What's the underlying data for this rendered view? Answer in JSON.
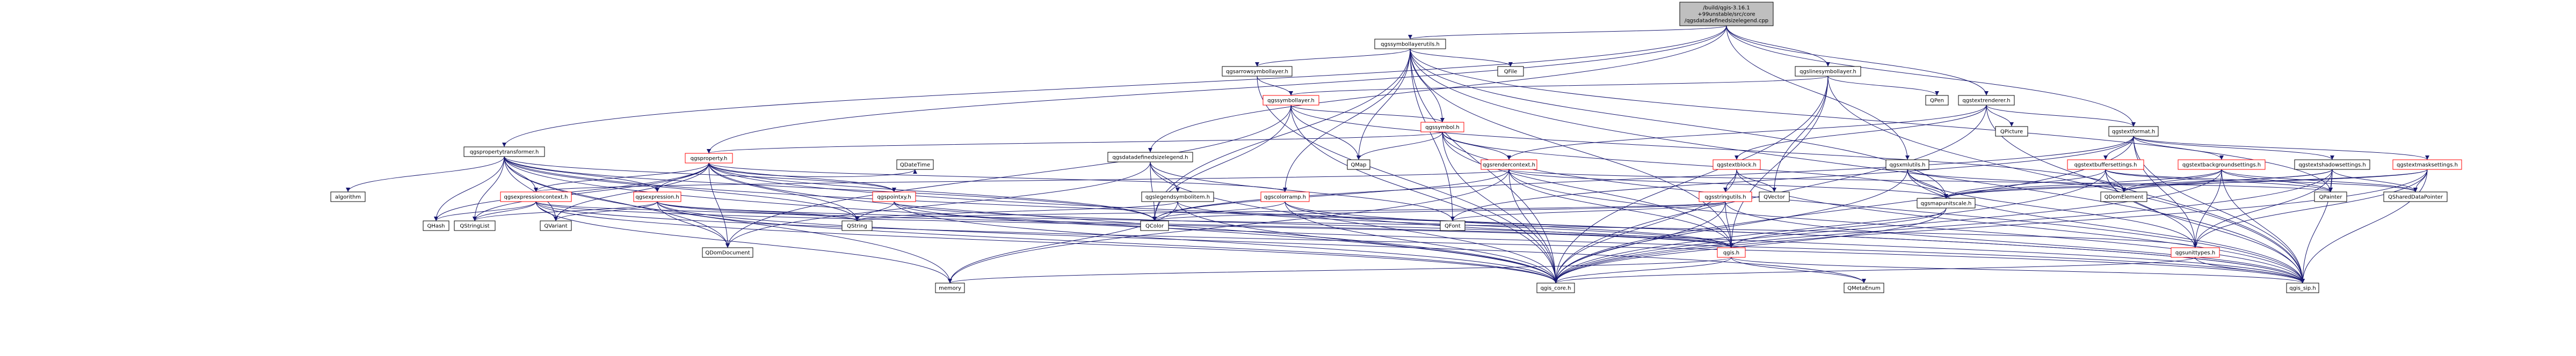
{
  "title": "/build/qgis-3.16.1+99unstable/src/core/qgsdatadefinedsizelegend.cpp",
  "nodes": [
    {
      "id": "root",
      "lines": [
        "/build/qgis-3.16.1",
        "+99unstable/src/core",
        "/qgsdatadefinedsizelegend.cpp"
      ],
      "style": "root"
    },
    {
      "id": "qgssymbollayerutils",
      "lines": [
        "qgssymbollayerutils.h"
      ],
      "style": "plain"
    },
    {
      "id": "qgslinesymbollayer",
      "lines": [
        "qgslinesymbollayer.h"
      ],
      "style": "plain"
    },
    {
      "id": "qgstextrenderer",
      "lines": [
        "qgstextrenderer.h"
      ],
      "style": "plain"
    },
    {
      "id": "qgspropertytransformer",
      "lines": [
        "qgspropertytransformer.h"
      ],
      "style": "plain"
    },
    {
      "id": "qgsarrowsymbollayer",
      "lines": [
        "qgsarrowsymbollayer.h"
      ],
      "style": "plain"
    },
    {
      "id": "qgssymbollayer",
      "lines": [
        "qgssymbollayer.h"
      ],
      "style": "red"
    },
    {
      "id": "qgssymbol",
      "lines": [
        "qgssymbol.h"
      ],
      "style": "red"
    },
    {
      "id": "qgsproperty",
      "lines": [
        "qgsproperty.h"
      ],
      "style": "red"
    },
    {
      "id": "qgsdatadefinedsizelegend",
      "lines": [
        "qgsdatadefinedsizelegend.h"
      ],
      "style": "plain"
    },
    {
      "id": "qgsrendercontext",
      "lines": [
        "qgsrendercontext.h"
      ],
      "style": "red"
    },
    {
      "id": "qgstextblock",
      "lines": [
        "qgstextblock.h"
      ],
      "style": "red"
    },
    {
      "id": "qgsxmlutils",
      "lines": [
        "qgsxmlutils.h"
      ],
      "style": "plain"
    },
    {
      "id": "qgstextformat",
      "lines": [
        "qgstextformat.h"
      ],
      "style": "plain"
    },
    {
      "id": "qgstextbuffersettings",
      "lines": [
        "qgstextbuffersettings.h"
      ],
      "style": "red"
    },
    {
      "id": "qgstextbackgroundsettings",
      "lines": [
        "qgstextbackgroundsettings.h"
      ],
      "style": "red"
    },
    {
      "id": "qgstextshadowsettings",
      "lines": [
        "qgstextshadowsettings.h"
      ],
      "style": "plain"
    },
    {
      "id": "qgstextmasksettings",
      "lines": [
        "qgstextmasksettings.h"
      ],
      "style": "red"
    },
    {
      "id": "qgsexpressioncontext",
      "lines": [
        "qgsexpressioncontext.h"
      ],
      "style": "red"
    },
    {
      "id": "qgsexpression",
      "lines": [
        "qgsexpression.h"
      ],
      "style": "red"
    },
    {
      "id": "qgspointxy",
      "lines": [
        "qgspointxy.h"
      ],
      "style": "red"
    },
    {
      "id": "qgslegendsymbolitem",
      "lines": [
        "qgslegendsymbolitem.h"
      ],
      "style": "plain"
    },
    {
      "id": "qgscolorramp",
      "lines": [
        "qgscolorramp.h"
      ],
      "style": "red"
    },
    {
      "id": "qgsstringutils",
      "lines": [
        "qgsstringutils.h"
      ],
      "style": "red"
    },
    {
      "id": "qgsmapunitscale",
      "lines": [
        "qgsmapunitscale.h"
      ],
      "style": "plain"
    },
    {
      "id": "qgis",
      "lines": [
        "qgis.h"
      ],
      "style": "red"
    },
    {
      "id": "qgsunittypes",
      "lines": [
        "qgsunittypes.h"
      ],
      "style": "red"
    },
    {
      "id": "qgis_core",
      "lines": [
        "qgis_core.h"
      ],
      "style": "plain"
    },
    {
      "id": "qgis_sip",
      "lines": [
        "qgis_sip.h"
      ],
      "style": "plain"
    },
    {
      "id": "QFile",
      "lines": [
        "QFile"
      ],
      "style": "gray"
    },
    {
      "id": "QPen",
      "lines": [
        "QPen"
      ],
      "style": "gray"
    },
    {
      "id": "QPicture",
      "lines": [
        "QPicture"
      ],
      "style": "gray"
    },
    {
      "id": "QMap",
      "lines": [
        "QMap"
      ],
      "style": "gray"
    },
    {
      "id": "QVector",
      "lines": [
        "QVector"
      ],
      "style": "gray"
    },
    {
      "id": "QDateTime",
      "lines": [
        "QDateTime"
      ],
      "style": "gray"
    },
    {
      "id": "QDomElement",
      "lines": [
        "QDomElement"
      ],
      "style": "gray"
    },
    {
      "id": "QPainter",
      "lines": [
        "QPainter"
      ],
      "style": "gray"
    },
    {
      "id": "QSharedDataPointer",
      "lines": [
        "QSharedDataPointer"
      ],
      "style": "gray"
    },
    {
      "id": "algorithm",
      "lines": [
        "algorithm"
      ],
      "style": "gray"
    },
    {
      "id": "QHash",
      "lines": [
        "QHash"
      ],
      "style": "gray"
    },
    {
      "id": "QStringList",
      "lines": [
        "QStringList"
      ],
      "style": "gray"
    },
    {
      "id": "QVariant",
      "lines": [
        "QVariant"
      ],
      "style": "gray"
    },
    {
      "id": "QDomDocument",
      "lines": [
        "QDomDocument"
      ],
      "style": "gray"
    },
    {
      "id": "QString",
      "lines": [
        "QString"
      ],
      "style": "gray"
    },
    {
      "id": "QColor",
      "lines": [
        "QColor"
      ],
      "style": "gray"
    },
    {
      "id": "QFont",
      "lines": [
        "QFont"
      ],
      "style": "gray"
    },
    {
      "id": "memory",
      "lines": [
        "memory"
      ],
      "style": "gray"
    },
    {
      "id": "QMetaEnum",
      "lines": [
        "QMetaEnum"
      ],
      "style": "gray"
    }
  ],
  "edges": [
    [
      "root",
      "qgssymbollayerutils"
    ],
    [
      "root",
      "qgslinesymbollayer"
    ],
    [
      "root",
      "qgstextrenderer"
    ],
    [
      "root",
      "qgspropertytransformer"
    ],
    [
      "root",
      "qgsdatadefinedsizelegend"
    ],
    [
      "root",
      "qgsxmlutils"
    ],
    [
      "root",
      "qgstextformat"
    ],
    [
      "root",
      "qgsproperty"
    ],
    [
      "qgssymbollayerutils",
      "QFile"
    ],
    [
      "qgssymbollayerutils",
      "qgsarrowsymbollayer"
    ],
    [
      "qgssymbollayerutils",
      "qgssymbol"
    ],
    [
      "qgssymbollayerutils",
      "QMap"
    ],
    [
      "qgssymbollayerutils",
      "qgscolorramp"
    ],
    [
      "qgssymbollayerutils",
      "QColor"
    ],
    [
      "qgssymbollayerutils",
      "QFont"
    ],
    [
      "qgssymbollayerutils",
      "qgis"
    ],
    [
      "qgssymbollayerutils",
      "qgis_core"
    ],
    [
      "qgssymbollayerutils",
      "qgis_sip"
    ],
    [
      "qgssymbollayerutils",
      "QPainter"
    ],
    [
      "qgssymbollayerutils",
      "qgsmapunitscale"
    ],
    [
      "qgslinesymbollayer",
      "qgssymbollayer"
    ],
    [
      "qgslinesymbollayer",
      "QPen"
    ],
    [
      "qgslinesymbollayer",
      "QVector"
    ],
    [
      "qgslinesymbollayer",
      "qgis"
    ],
    [
      "qgslinesymbollayer",
      "qgis_core"
    ],
    [
      "qgslinesymbollayer",
      "qgis_sip"
    ],
    [
      "qgsarrowsymbollayer",
      "qgssymbollayer"
    ],
    [
      "qgsarrowsymbollayer",
      "qgis_core"
    ],
    [
      "qgssymbollayer",
      "qgssymbol"
    ],
    [
      "qgssymbollayer",
      "QMap"
    ],
    [
      "qgssymbollayer",
      "QColor"
    ],
    [
      "qgssymbollayer",
      "QDomDocument"
    ],
    [
      "qgssymbollayer",
      "QDomElement"
    ],
    [
      "qgssymbollayer",
      "qgis_core"
    ],
    [
      "qgssymbol",
      "qgsrendercontext"
    ],
    [
      "qgssymbol",
      "qgsproperty"
    ],
    [
      "qgssymbol",
      "QMap"
    ],
    [
      "qgssymbol",
      "qgis"
    ],
    [
      "qgssymbol",
      "qgis_core"
    ],
    [
      "qgssymbol",
      "qgis_sip"
    ],
    [
      "qgssymbol",
      "qgsmapunitscale"
    ],
    [
      "qgstextrenderer",
      "QPicture"
    ],
    [
      "qgstextrenderer",
      "qgstextblock"
    ],
    [
      "qgstextrenderer",
      "qgstextformat"
    ],
    [
      "qgstextrenderer",
      "qgsrendercontext"
    ],
    [
      "qgstextrenderer",
      "qgis_core"
    ],
    [
      "qgstextrenderer",
      "qgis_sip"
    ],
    [
      "qgstextblock",
      "QVector"
    ],
    [
      "qgstextblock",
      "qgsstringutils"
    ],
    [
      "qgstextblock",
      "qgis_core"
    ],
    [
      "qgstextblock",
      "qgis_sip"
    ],
    [
      "qgsrendercontext",
      "qgsexpressioncontext"
    ],
    [
      "qgsrendercontext",
      "QColor"
    ],
    [
      "qgsrendercontext",
      "memory"
    ],
    [
      "qgsrendercontext",
      "qgis"
    ],
    [
      "qgsrendercontext",
      "qgis_core"
    ],
    [
      "qgsrendercontext",
      "qgis_sip"
    ],
    [
      "qgsrendercontext",
      "qgsmapunitscale"
    ],
    [
      "qgsrendercontext",
      "QPainter"
    ],
    [
      "qgstextformat",
      "qgstextbuffersettings"
    ],
    [
      "qgstextformat",
      "qgstextbackgroundsettings"
    ],
    [
      "qgstextformat",
      "qgstextshadowsettings"
    ],
    [
      "qgstextformat",
      "qgstextmasksettings"
    ],
    [
      "qgstextformat",
      "QFont"
    ],
    [
      "qgstextformat",
      "qgsunittypes"
    ],
    [
      "qgstextformat",
      "qgis_core"
    ],
    [
      "qgstextformat",
      "qgis_sip"
    ],
    [
      "qgstextformat",
      "QColor"
    ],
    [
      "qgstextbuffersettings",
      "QDomElement"
    ],
    [
      "qgstextbuffersettings",
      "QPainter"
    ],
    [
      "qgstextbuffersettings",
      "qgsmapunitscale"
    ],
    [
      "qgstextbuffersettings",
      "qgsunittypes"
    ],
    [
      "qgstextbuffersettings",
      "qgis_core"
    ],
    [
      "qgstextbuffersettings",
      "qgis_sip"
    ],
    [
      "qgstextbuffersettings",
      "QSharedDataPointer"
    ],
    [
      "qgstextbackgroundsettings",
      "QDomElement"
    ],
    [
      "qgstextbackgroundsettings",
      "QPainter"
    ],
    [
      "qgstextbackgroundsettings",
      "qgsmapunitscale"
    ],
    [
      "qgstextbackgroundsettings",
      "qgsunittypes"
    ],
    [
      "qgstextbackgroundsettings",
      "qgis_core"
    ],
    [
      "qgstextbackgroundsettings",
      "qgis_sip"
    ],
    [
      "qgstextbackgroundsettings",
      "QSharedDataPointer"
    ],
    [
      "qgstextshadowsettings",
      "QDomElement"
    ],
    [
      "qgstextshadowsettings",
      "QPainter"
    ],
    [
      "qgstextshadowsettings",
      "qgsmapunitscale"
    ],
    [
      "qgstextshadowsettings",
      "qgsunittypes"
    ],
    [
      "qgstextshadowsettings",
      "qgis_core"
    ],
    [
      "qgstextshadowsettings",
      "qgis_sip"
    ],
    [
      "qgstextshadowsettings",
      "QSharedDataPointer"
    ],
    [
      "qgstextmasksettings",
      "QDomElement"
    ],
    [
      "qgstextmasksettings",
      "qgsmapunitscale"
    ],
    [
      "qgstextmasksettings",
      "qgsunittypes"
    ],
    [
      "qgstextmasksettings",
      "qgis_core"
    ],
    [
      "qgstextmasksettings",
      "qgis_sip"
    ],
    [
      "qgstextmasksettings",
      "QSharedDataPointer"
    ],
    [
      "qgsxmlutils",
      "QDomElement"
    ],
    [
      "qgsxmlutils",
      "qgis_core"
    ],
    [
      "qgsxmlutils",
      "qgsunittypes"
    ],
    [
      "qgsxmlutils",
      "qgis_sip"
    ],
    [
      "qgsxmlutils",
      "qgsmapunitscale"
    ],
    [
      "qgspropertytransformer",
      "algorithm"
    ],
    [
      "qgspropertytransformer",
      "QHash"
    ],
    [
      "qgspropertytransformer",
      "QStringList"
    ],
    [
      "qgspropertytransformer",
      "QVariant"
    ],
    [
      "qgspropertytransformer",
      "QDomDocument"
    ],
    [
      "qgspropertytransformer",
      "QString"
    ],
    [
      "qgspropertytransformer",
      "QColor"
    ],
    [
      "qgspropertytransformer",
      "qgsexpression"
    ],
    [
      "qgspropertytransformer",
      "qgsexpressioncontext"
    ],
    [
      "qgspropertytransformer",
      "qgspointxy"
    ],
    [
      "qgspropertytransformer",
      "qgis_core"
    ],
    [
      "qgspropertytransformer",
      "qgis_sip"
    ],
    [
      "qgspropertytransformer",
      "memory"
    ],
    [
      "qgsproperty",
      "qgsexpression"
    ],
    [
      "qgsproperty",
      "qgsexpressioncontext"
    ],
    [
      "qgsproperty",
      "qgspointxy"
    ],
    [
      "qgsproperty",
      "QDateTime"
    ],
    [
      "qgsproperty",
      "QVariant"
    ],
    [
      "qgsproperty",
      "QHash"
    ],
    [
      "qgsproperty",
      "QString"
    ],
    [
      "qgsproperty",
      "QColor"
    ],
    [
      "qgsproperty",
      "QDomDocument"
    ],
    [
      "qgsproperty",
      "qgis_core"
    ],
    [
      "qgsproperty",
      "qgis_sip"
    ],
    [
      "qgsproperty",
      "qgscolorramp"
    ],
    [
      "qgsproperty",
      "QStringList"
    ],
    [
      "qgsexpressioncontext",
      "QVariant"
    ],
    [
      "qgsexpressioncontext",
      "QHash"
    ],
    [
      "qgsexpressioncontext",
      "QString"
    ],
    [
      "qgsexpressioncontext",
      "QStringList"
    ],
    [
      "qgsexpressioncontext",
      "qgis"
    ],
    [
      "qgsexpressioncontext",
      "qgis_core"
    ],
    [
      "qgsexpressioncontext",
      "qgis_sip"
    ],
    [
      "qgsexpressioncontext",
      "memory"
    ],
    [
      "qgsexpression",
      "QMetaEnum"
    ],
    [
      "qgsexpression",
      "QStringList"
    ],
    [
      "qgsexpression",
      "QVariant"
    ],
    [
      "qgsexpression",
      "QDomDocument"
    ],
    [
      "qgsexpression",
      "QString"
    ],
    [
      "qgsexpression",
      "qgis"
    ],
    [
      "qgsexpression",
      "qgis_core"
    ],
    [
      "qgsexpression",
      "qgsunittypes"
    ],
    [
      "qgspointxy",
      "QString"
    ],
    [
      "qgspointxy",
      "qgis"
    ],
    [
      "qgspointxy",
      "qgis_core"
    ],
    [
      "qgspointxy",
      "qgis_sip"
    ],
    [
      "qgsdatadefinedsizelegend",
      "qgslegendsymbolitem"
    ],
    [
      "qgsdatadefinedsizelegend",
      "QColor"
    ],
    [
      "qgsdatadefinedsizelegend",
      "QFont"
    ],
    [
      "qgsdatadefinedsizelegend",
      "qgis_core"
    ],
    [
      "qgsdatadefinedsizelegend",
      "QDomDocument"
    ],
    [
      "qgslegendsymbolitem",
      "QString"
    ],
    [
      "qgslegendsymbolitem",
      "memory"
    ],
    [
      "qgslegendsymbolitem",
      "qgis"
    ],
    [
      "qgslegendsymbolitem",
      "qgis_core"
    ],
    [
      "qgscolorramp",
      "QColor"
    ],
    [
      "qgscolorramp",
      "qgis"
    ],
    [
      "qgscolorramp",
      "qgis_core"
    ],
    [
      "qgscolorramp",
      "qgis_sip"
    ],
    [
      "qgsstringutils",
      "QString"
    ],
    [
      "qgsstringutils",
      "QFont"
    ],
    [
      "qgsstringutils",
      "qgis"
    ],
    [
      "qgsstringutils",
      "qgis_core"
    ],
    [
      "qgsstringutils",
      "qgis_sip"
    ],
    [
      "qgsstringutils",
      "QColor"
    ],
    [
      "qgsmapunitscale",
      "qgis"
    ],
    [
      "qgsmapunitscale",
      "qgis_core"
    ],
    [
      "qgis",
      "QMetaEnum"
    ],
    [
      "qgis",
      "qgis_core"
    ],
    [
      "qgis",
      "qgis_sip"
    ],
    [
      "qgis",
      "memory"
    ],
    [
      "qgsunittypes",
      "qgis_core"
    ],
    [
      "qgsunittypes",
      "qgis_sip"
    ]
  ]
}
